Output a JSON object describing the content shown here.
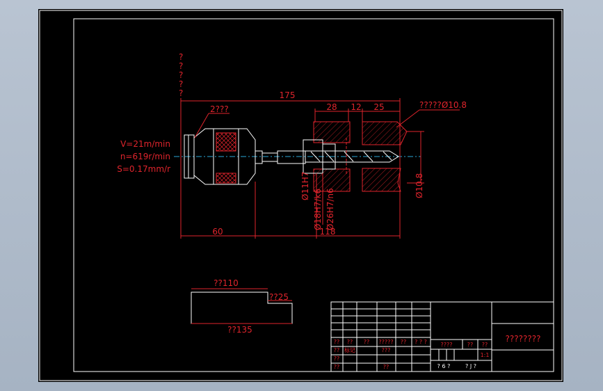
{
  "colors": {
    "background": "#000000",
    "lines": "#ffffff",
    "dimension": "#e0242c",
    "hatch": "#e0242c",
    "centerline": "#2aa7d6"
  },
  "annotations": {
    "top_note": [
      "?",
      "?",
      "?",
      "?",
      "?"
    ],
    "part_label": "2???",
    "drill_label": "?????Ø10.8",
    "cutting_params": [
      "V=21m/min",
      "n=619r/min",
      "S=0.17mm/r"
    ]
  },
  "dimensions": {
    "overall": "175",
    "d28": "28",
    "d12": "12",
    "d25": "25",
    "d60": "60",
    "d118": "118",
    "dia_11": "Ø11H7",
    "dia_18": "Ø18H7/k6",
    "dia_26": "Ø26H7/n6",
    "dia_108": "Ø10.8"
  },
  "process_sketch": {
    "top": "??110",
    "step": "??25",
    "bottom": "??135"
  },
  "title_block": {
    "rows_left": [
      [
        "??",
        "??",
        "??",
        "?????",
        "??",
        "? ? ?"
      ],
      [
        "??",
        "标记",
        "",
        "???",
        "",
        ""
      ],
      [
        "??",
        "",
        "",
        "",
        "",
        ""
      ],
      [
        "??",
        "",
        "",
        "??",
        "",
        ""
      ]
    ],
    "middle_labels": [
      "????",
      "??",
      "??"
    ],
    "scale_label": "1:1",
    "sheet_a": "? 6 ?",
    "sheet_b": "? J ?",
    "drawing_title": "????????"
  }
}
